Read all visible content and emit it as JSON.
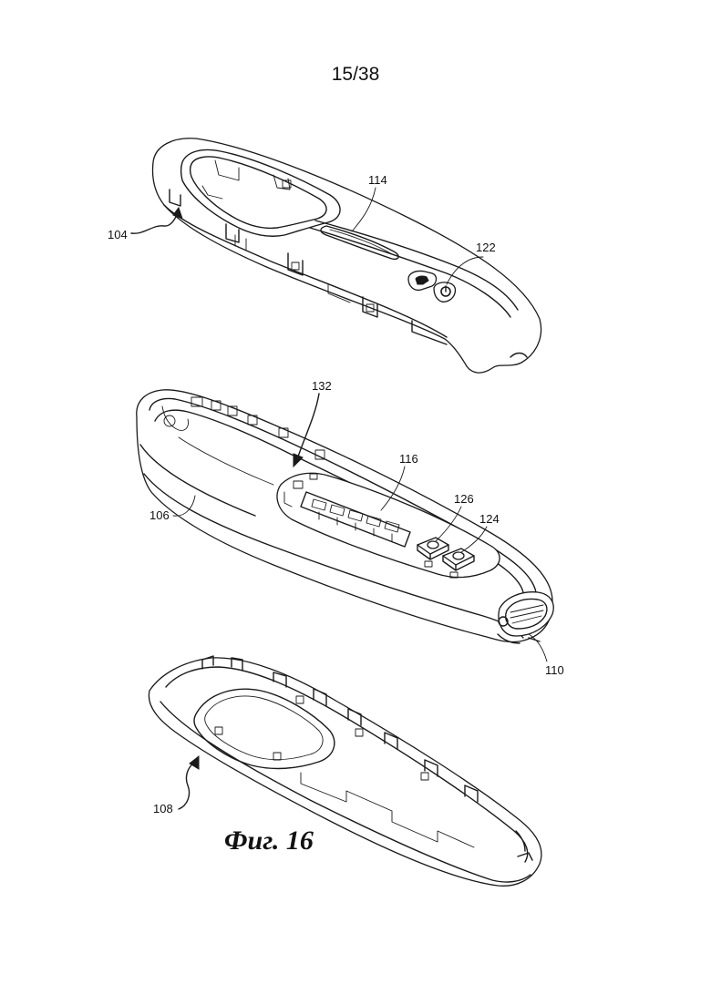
{
  "header": {
    "sheet_number": "15/38"
  },
  "figure": {
    "caption": "Фиг. 16",
    "references": {
      "r104": "104",
      "r114": "114",
      "r122": "122",
      "r132": "132",
      "r116": "116",
      "r126": "126",
      "r124": "124",
      "r106": "106",
      "r110": "110",
      "r108": "108"
    }
  }
}
